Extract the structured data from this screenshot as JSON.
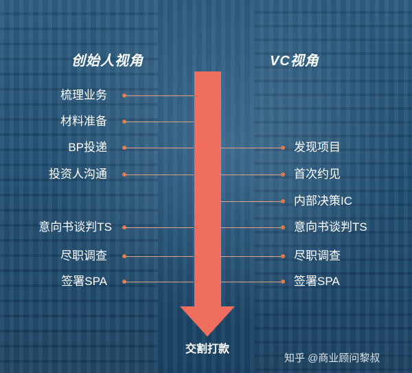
{
  "headings": {
    "founder": "创始人视角",
    "vc": "VC视角"
  },
  "left_items": [
    {
      "label": "梳理业务"
    },
    {
      "label": "材料准备"
    },
    {
      "label": "BP投递"
    },
    {
      "label": "投资人沟通"
    },
    {
      "label": "意向书谈判TS"
    },
    {
      "label": "尽职调查"
    },
    {
      "label": "签署SPA"
    }
  ],
  "right_items": [
    {
      "label": "发现项目"
    },
    {
      "label": "首次约见"
    },
    {
      "label": "内部决策IC"
    },
    {
      "label": "意向书谈判TS"
    },
    {
      "label": "尽职调查"
    },
    {
      "label": "签署SPA"
    }
  ],
  "bottom_label": "交割打款",
  "watermark": "知乎 @商业顾问黎叔",
  "colors": {
    "arrow": "#ef6e5d",
    "connector": "#e6a183",
    "dot": "#e07a4a",
    "background": "#1f4a6b"
  }
}
